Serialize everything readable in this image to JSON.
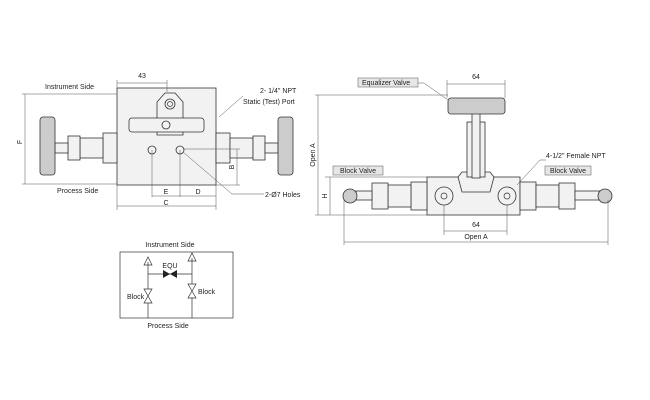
{
  "front_view": {
    "dim_top": "43",
    "instrument_side": "Instrument Side",
    "process_side": "Process Side",
    "dim_f": "F",
    "dim_b": "B",
    "dim_c": "C",
    "dim_d": "D",
    "dim_e": "E",
    "port_line1": "2- 1/4\" NPT",
    "port_line2": "Static (Test) Port",
    "holes": "2-Ø7 Holes"
  },
  "side_view": {
    "equalizer_valve": "Equalizer Valve",
    "dim_top": "64",
    "block_valve_left": "Block Valve",
    "block_valve_right": "Block Valve",
    "female_npt": "4-1/2\" Female NPT",
    "dim_bottom": "64",
    "open_a_bottom": "Open A",
    "open_a_vertical": "Open A",
    "dim_h": "H"
  },
  "schematic": {
    "instrument_side": "Instrument Side",
    "process_side": "Process Side",
    "equ": "EQU",
    "block_left": "Block",
    "block_right": "Block"
  }
}
